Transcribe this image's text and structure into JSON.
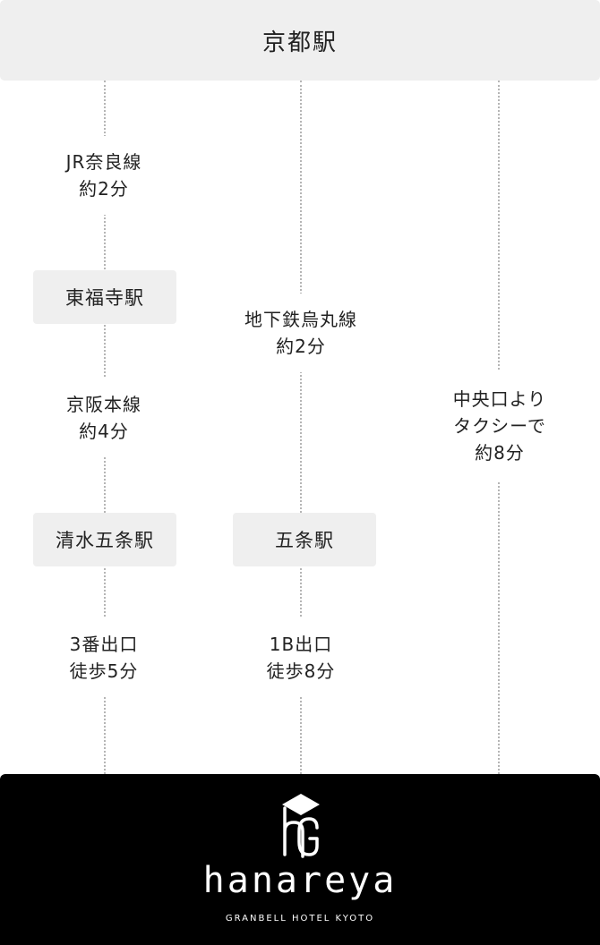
{
  "origin": {
    "label": "京都駅"
  },
  "routes": {
    "nara": {
      "line1": "JR奈良線",
      "line1_time": "約2分",
      "station1": "東福寺駅",
      "line2": "京阪本線",
      "line2_time": "約4分",
      "station2": "清水五条駅",
      "exit": "3番出口",
      "walk": "徒歩5分"
    },
    "subway": {
      "line": "地下鉄烏丸線",
      "time": "約2分",
      "station": "五条駅",
      "exit": "1B出口",
      "walk": "徒歩8分"
    },
    "taxi": {
      "line1": "中央口より",
      "line2": "タクシーで",
      "time": "約8分"
    }
  },
  "destination": {
    "logo_icon": "hg-monogram-icon",
    "name": "hanareya",
    "subtitle": "GRANBELL HOTEL KYOTO"
  },
  "colors": {
    "box_bg": "#efefef",
    "footer_bg": "#000000",
    "line": "#b5b5b5"
  }
}
